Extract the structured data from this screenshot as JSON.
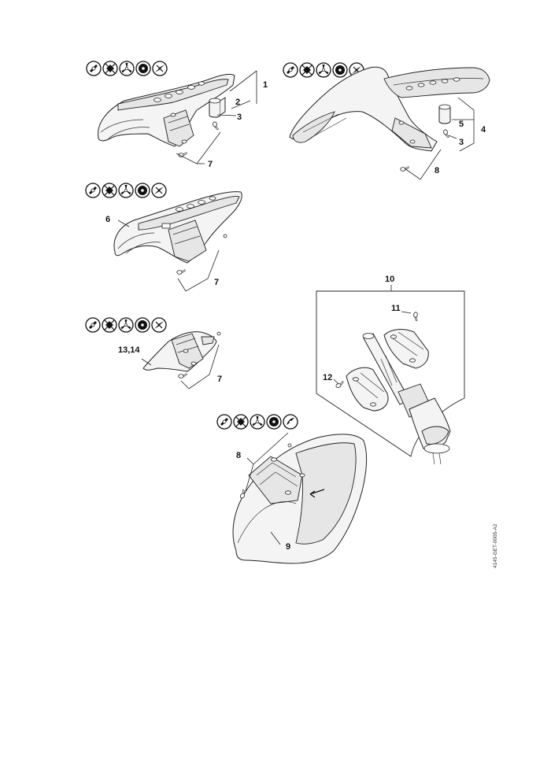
{
  "document_id": "4145-GET-0005-A2",
  "callouts": {
    "c1": "1",
    "c2": "2",
    "c3a": "3",
    "c3b": "3",
    "c4": "4",
    "c5": "5",
    "c6": "6",
    "c7a": "7",
    "c7b": "7",
    "c7c": "7",
    "c8a": "8",
    "c8b": "8",
    "c9": "9",
    "c10": "10",
    "c11": "11",
    "c12": "12",
    "c1314": "13,14"
  },
  "icon_rows": [
    {
      "id": "row-a",
      "icons": [
        "grass-blade-icon",
        "mowing-head-icon",
        "three-blade-icon",
        "saw-blade-icon",
        "two-blade-icon"
      ]
    },
    {
      "id": "row-b",
      "icons": [
        "grass-blade-icon",
        "mowing-head-icon",
        "three-blade-icon",
        "saw-blade-icon",
        "two-blade-icon"
      ]
    },
    {
      "id": "row-c",
      "icons": [
        "grass-blade-icon",
        "mowing-head-icon",
        "three-blade-icon",
        "saw-blade-icon",
        "two-blade-icon"
      ]
    },
    {
      "id": "row-d",
      "icons": [
        "grass-blade-icon",
        "mowing-head-icon",
        "three-blade-icon",
        "saw-blade-icon",
        "two-blade-icon"
      ]
    },
    {
      "id": "row-e",
      "icons": [
        "grass-blade-icon",
        "mowing-head-icon",
        "three-blade-icon",
        "saw-blade-icon",
        "shredder-blade-icon"
      ]
    }
  ]
}
